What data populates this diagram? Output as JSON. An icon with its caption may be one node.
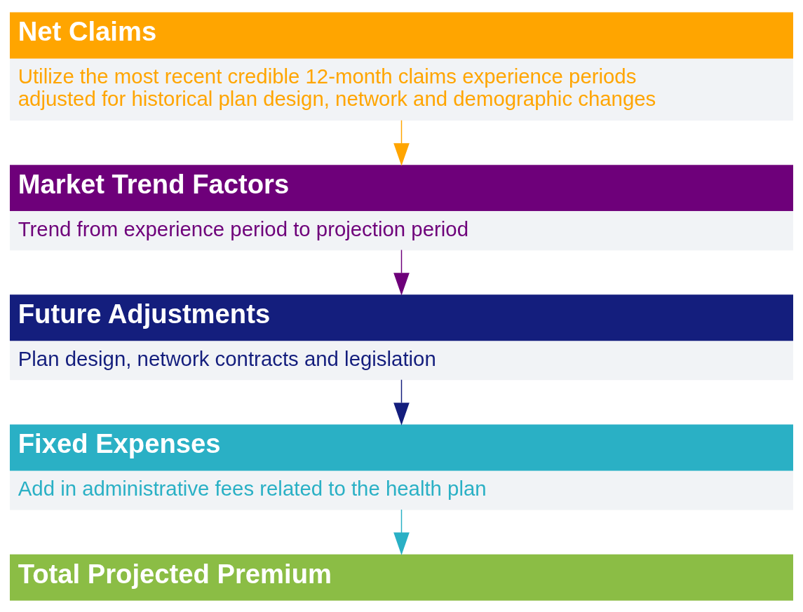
{
  "diagram": {
    "nodes": [
      {
        "text": [
          "Net Claims",
          "Utilize the most recent credible 12-month claims experience periods adjusted for historical plan design, network and demographic changes"
        ]
      },
      {
        "text": [
          "Market Trend Factors",
          "Trend from experience period to projection period"
        ]
      },
      {
        "text": [
          "Future Adjustments",
          "Plan design, network contracts and legislation"
        ]
      },
      {
        "text": [
          "Fixed Expenses",
          "Add in administrative fees related to the health plan"
        ]
      },
      {
        "text": [
          "Total Projected Premium"
        ]
      }
    ],
    "edges": [
      {
        "from": 0,
        "to": 1,
        "arrow": "to",
        "color": "#ffa500"
      },
      {
        "from": 1,
        "to": 2,
        "arrow": "to",
        "color": "#6e007a"
      },
      {
        "from": 2,
        "to": 3,
        "arrow": "to",
        "color": "#141e7d"
      },
      {
        "from": 3,
        "to": 4,
        "arrow": "to",
        "color": "#2ab0c5"
      }
    ]
  }
}
